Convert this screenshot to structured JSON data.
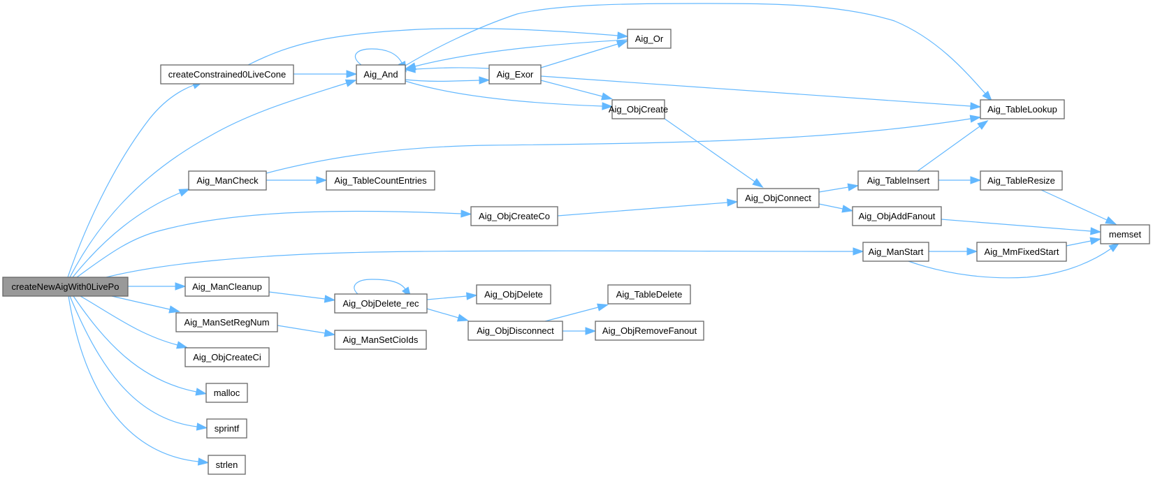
{
  "title": "Call graph of createNewAigWith0LivePo",
  "colors": {
    "edge": "#63b8ff",
    "node_border": "#666666",
    "node_fill": "#ffffff",
    "root_fill": "#999999",
    "text": "#000000"
  },
  "nodes": [
    {
      "id": "root",
      "label": "createNewAigWith0LivePo",
      "root": true
    },
    {
      "id": "cc",
      "label": "createConstrained0LiveCone"
    },
    {
      "id": "and",
      "label": "Aig_And"
    },
    {
      "id": "or",
      "label": "Aig_Or"
    },
    {
      "id": "exor",
      "label": "Aig_Exor"
    },
    {
      "id": "objcreate",
      "label": "Aig_ObjCreate"
    },
    {
      "id": "tlookup",
      "label": "Aig_TableLookup"
    },
    {
      "id": "mancheck",
      "label": "Aig_ManCheck"
    },
    {
      "id": "tcount",
      "label": "Aig_TableCountEntries"
    },
    {
      "id": "createco",
      "label": "Aig_ObjCreateCo"
    },
    {
      "id": "objconnect",
      "label": "Aig_ObjConnect"
    },
    {
      "id": "tinsert",
      "label": "Aig_TableInsert"
    },
    {
      "id": "tresize",
      "label": "Aig_TableResize"
    },
    {
      "id": "addfanout",
      "label": "Aig_ObjAddFanout"
    },
    {
      "id": "memset",
      "label": "memset"
    },
    {
      "id": "manstart",
      "label": "Aig_ManStart"
    },
    {
      "id": "mmfixed",
      "label": "Aig_MmFixedStart"
    },
    {
      "id": "cleanup",
      "label": "Aig_ManCleanup"
    },
    {
      "id": "delrec",
      "label": "Aig_ObjDelete_rec"
    },
    {
      "id": "objdelete",
      "label": "Aig_ObjDelete"
    },
    {
      "id": "tdelete",
      "label": "Aig_TableDelete"
    },
    {
      "id": "disconnect",
      "label": "Aig_ObjDisconnect"
    },
    {
      "id": "rmfanout",
      "label": "Aig_ObjRemoveFanout"
    },
    {
      "id": "setregnum",
      "label": "Aig_ManSetRegNum"
    },
    {
      "id": "setcioids",
      "label": "Aig_ManSetCioIds"
    },
    {
      "id": "createci",
      "label": "Aig_ObjCreateCi"
    },
    {
      "id": "malloc",
      "label": "malloc"
    },
    {
      "id": "sprintf",
      "label": "sprintf"
    },
    {
      "id": "strlen",
      "label": "strlen"
    }
  ],
  "edges": [
    {
      "from": "root",
      "to": "cc"
    },
    {
      "from": "root",
      "to": "and"
    },
    {
      "from": "root",
      "to": "mancheck"
    },
    {
      "from": "root",
      "to": "createco"
    },
    {
      "from": "root",
      "to": "manstart"
    },
    {
      "from": "root",
      "to": "cleanup"
    },
    {
      "from": "root",
      "to": "setregnum"
    },
    {
      "from": "root",
      "to": "createci"
    },
    {
      "from": "root",
      "to": "malloc"
    },
    {
      "from": "root",
      "to": "sprintf"
    },
    {
      "from": "root",
      "to": "strlen"
    },
    {
      "from": "cc",
      "to": "and"
    },
    {
      "from": "cc",
      "to": "or"
    },
    {
      "from": "and",
      "to": "and"
    },
    {
      "from": "and",
      "to": "exor"
    },
    {
      "from": "and",
      "to": "objcreate"
    },
    {
      "from": "and",
      "to": "tlookup"
    },
    {
      "from": "or",
      "to": "and"
    },
    {
      "from": "exor",
      "to": "and"
    },
    {
      "from": "exor",
      "to": "or"
    },
    {
      "from": "exor",
      "to": "objcreate"
    },
    {
      "from": "exor",
      "to": "tlookup"
    },
    {
      "from": "objcreate",
      "to": "objconnect"
    },
    {
      "from": "mancheck",
      "to": "tcount"
    },
    {
      "from": "mancheck",
      "to": "tlookup"
    },
    {
      "from": "createco",
      "to": "objconnect"
    },
    {
      "from": "objconnect",
      "to": "tinsert"
    },
    {
      "from": "objconnect",
      "to": "addfanout"
    },
    {
      "from": "tinsert",
      "to": "tlookup"
    },
    {
      "from": "tinsert",
      "to": "tresize"
    },
    {
      "from": "tresize",
      "to": "memset"
    },
    {
      "from": "addfanout",
      "to": "memset"
    },
    {
      "from": "manstart",
      "to": "mmfixed"
    },
    {
      "from": "manstart",
      "to": "memset"
    },
    {
      "from": "mmfixed",
      "to": "memset"
    },
    {
      "from": "cleanup",
      "to": "delrec"
    },
    {
      "from": "delrec",
      "to": "delrec"
    },
    {
      "from": "delrec",
      "to": "objdelete"
    },
    {
      "from": "delrec",
      "to": "disconnect"
    },
    {
      "from": "disconnect",
      "to": "tdelete"
    },
    {
      "from": "disconnect",
      "to": "rmfanout"
    },
    {
      "from": "setregnum",
      "to": "setcioids"
    }
  ]
}
